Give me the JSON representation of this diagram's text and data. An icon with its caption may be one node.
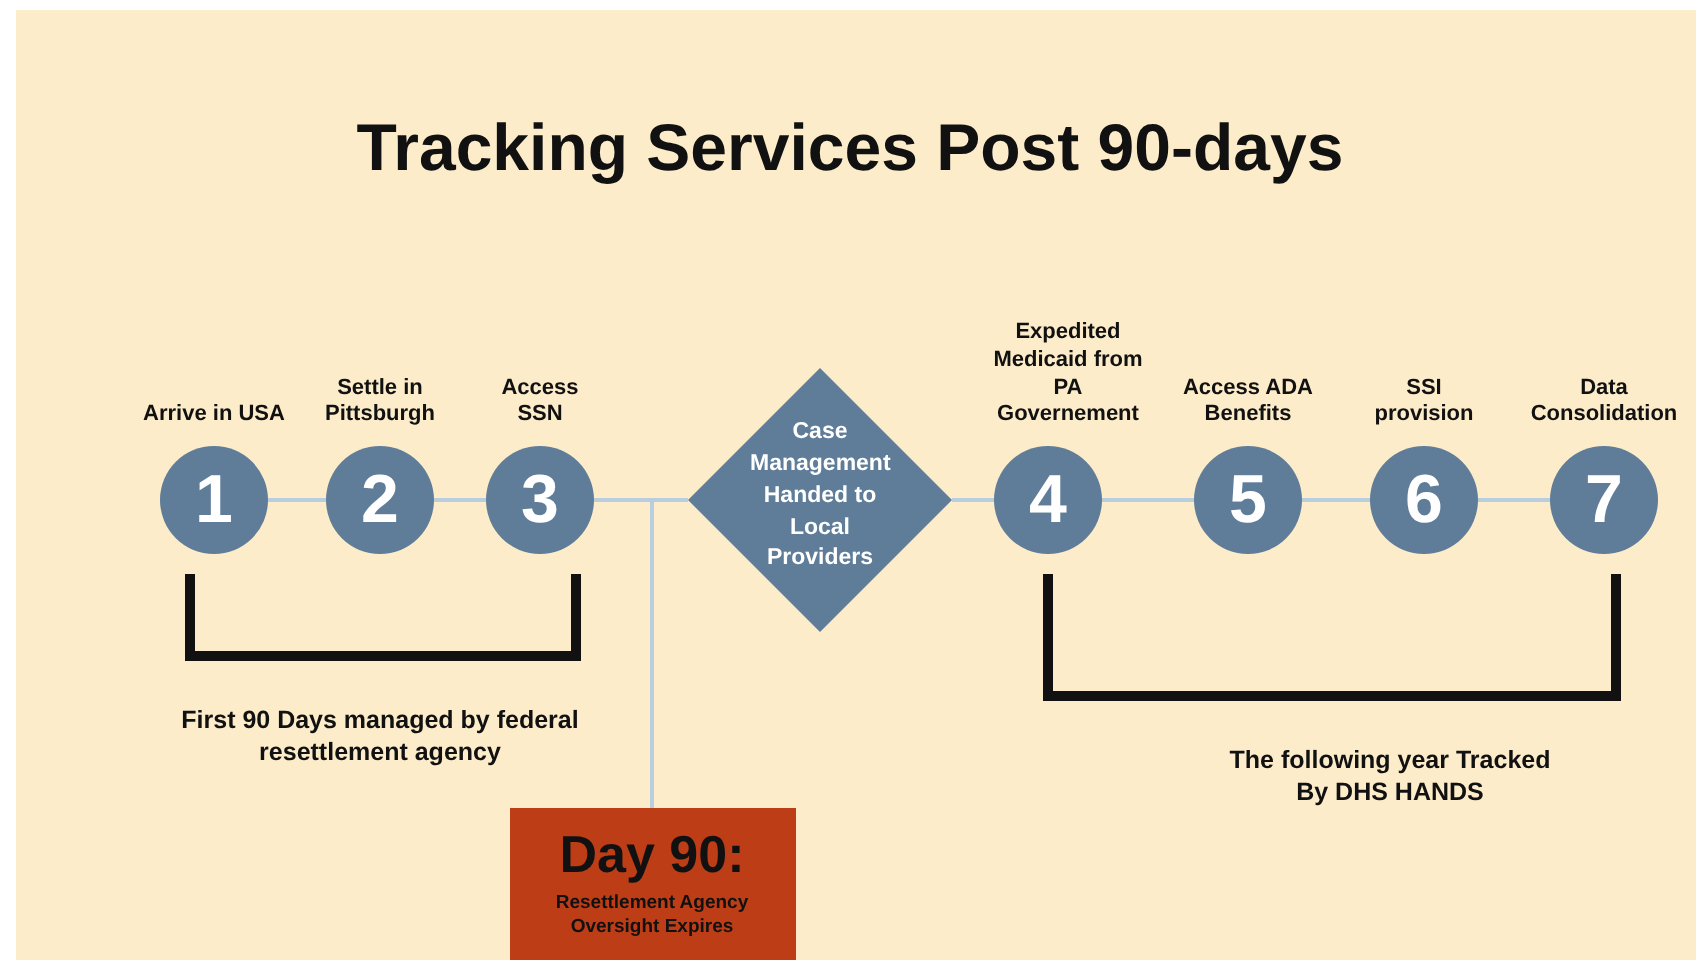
{
  "diagram": {
    "title": "Tracking Services Post 90-days",
    "nodes": [
      {
        "text": [
          "1"
        ],
        "beside": [
          "Arrive in USA"
        ]
      },
      {
        "text": [
          "2"
        ],
        "beside": [
          "Settle in Pittsburgh"
        ]
      },
      {
        "text": [
          "3"
        ],
        "beside": [
          "Access SSN"
        ]
      },
      {
        "text": [
          "Case Management Handed to Local Providers"
        ]
      },
      {
        "text": [
          "4"
        ],
        "beside": [
          "Expedited Medicaid from PA Governement"
        ]
      },
      {
        "text": [
          "5"
        ],
        "beside": [
          "Access ADA Benefits"
        ]
      },
      {
        "text": [
          "6"
        ],
        "beside": [
          "SSI provision"
        ]
      },
      {
        "text": [
          "7"
        ],
        "beside": [
          "Data Consolidation"
        ]
      },
      {
        "text": [
          "Day 90:",
          "Resettlement Agency Oversight Expires"
        ]
      }
    ],
    "edges": [
      {
        "from": 0,
        "to": 1,
        "arrow": "none"
      },
      {
        "from": 1,
        "to": 2,
        "arrow": "none"
      },
      {
        "from": 2,
        "to": 3,
        "arrow": "none"
      },
      {
        "from": 3,
        "to": 4,
        "arrow": "none"
      },
      {
        "from": 4,
        "to": 5,
        "arrow": "none"
      },
      {
        "from": 5,
        "to": 6,
        "arrow": "none"
      },
      {
        "from": 6,
        "to": 7,
        "arrow": "none"
      },
      {
        "from": 8,
        "to": null,
        "arrow": "none"
      }
    ],
    "labels": [
      "First 90 Days managed by federal resettlement agency",
      "The following year Tracked By DHS HANDS"
    ]
  }
}
